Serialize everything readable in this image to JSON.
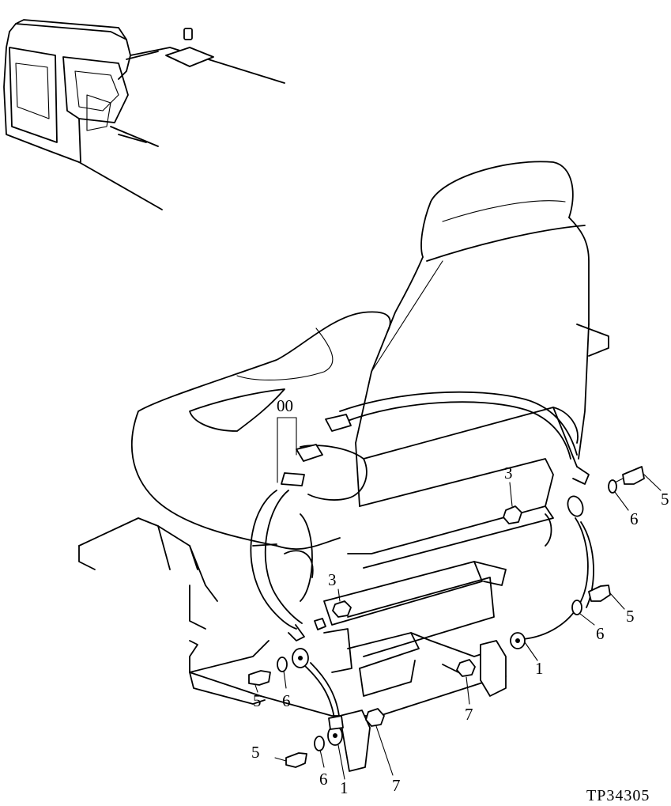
{
  "figure_ref": "TP34305",
  "callouts": {
    "c00": "00",
    "c1a": "1",
    "c1b": "1",
    "c3a": "3",
    "c3b": "3",
    "c5a": "5",
    "c5b": "5",
    "c5c": "5",
    "c5d": "5",
    "c6a": "6",
    "c6b": "6",
    "c6c": "6",
    "c6d": "6",
    "c7a": "7",
    "c7b": "7"
  }
}
